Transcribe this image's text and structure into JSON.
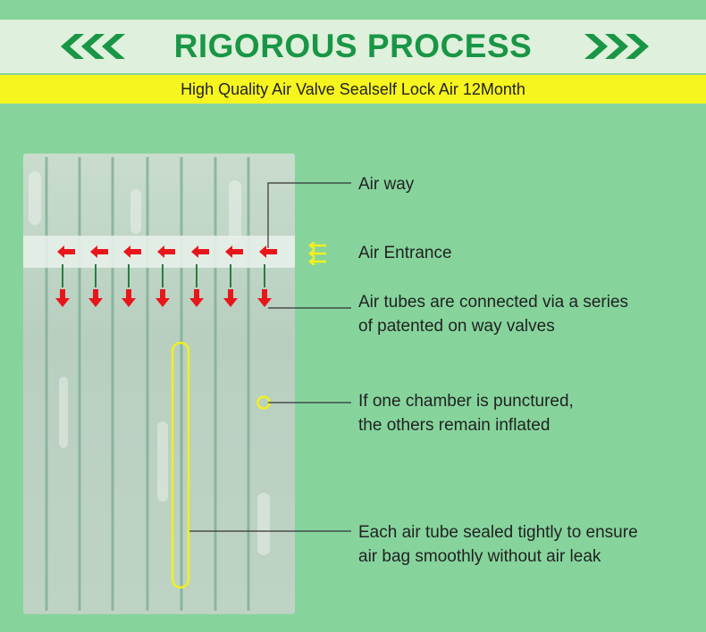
{
  "header": {
    "title": "RIGOROUS PROCESS",
    "subtitle": "High Quality Air Valve Sealself Lock Air 12Month"
  },
  "annotations": {
    "air_way": "Air way",
    "air_entrance": "Air Entrance",
    "air_tubes_line1": "Air tubes are connected via a series",
    "air_tubes_line2": "of patented on way valves",
    "chamber_line1": "If one chamber is punctured,",
    "chamber_line2": "the others remain inflated",
    "sealed_line1": "Each air tube sealed tightly to ensure",
    "sealed_line2": "air bag smoothly without air leak"
  },
  "colors": {
    "background": "#86d49c",
    "title_green": "#199645",
    "subtitle_band": "#f7f51e",
    "highlight_yellow": "#f2ef20",
    "arrow_red": "#e8161b"
  },
  "icons": [
    "chevrons-left-icon",
    "chevrons-right-icon",
    "air-entrance-arrows-icon",
    "red-arrow-left-icon",
    "red-arrow-down-icon"
  ]
}
